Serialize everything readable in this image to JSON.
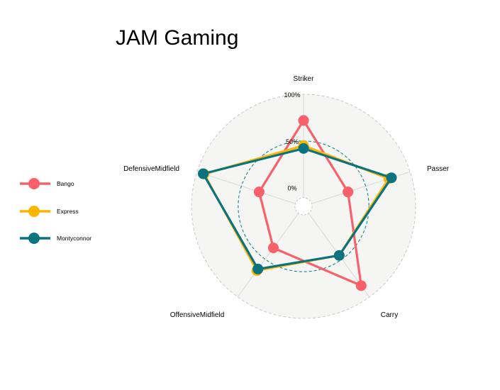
{
  "chart_data": {
    "type": "radar",
    "title": "JAM Gaming",
    "axes": [
      "Striker",
      "Passer",
      "Carry",
      "OffensiveMidfield",
      "DefensiveMidfield"
    ],
    "grid_labels": [
      "0%",
      "50%",
      "100%"
    ],
    "range": [
      -0.2,
      1.0
    ],
    "grid_values": [
      0,
      0.5,
      1.0
    ],
    "series": [
      {
        "name": "Bango",
        "color": "#F8606A",
        "values": [
          0.72,
          0.3,
          0.85,
          0.35,
          0.3
        ]
      },
      {
        "name": "Express",
        "color": "#FBB400",
        "values": [
          0.45,
          0.76,
          0.45,
          0.65,
          0.92
        ]
      },
      {
        "name": "Montyconnor",
        "color": "#0B7380",
        "values": [
          0.42,
          0.79,
          0.45,
          0.63,
          0.93
        ]
      }
    ],
    "legend_position": "left",
    "colors": {
      "background_circle": "#F5F5F3",
      "outer_circle": "#C8C8C8",
      "mid_circle": "#007A87",
      "axis_lines": "#D8D8D8"
    }
  }
}
